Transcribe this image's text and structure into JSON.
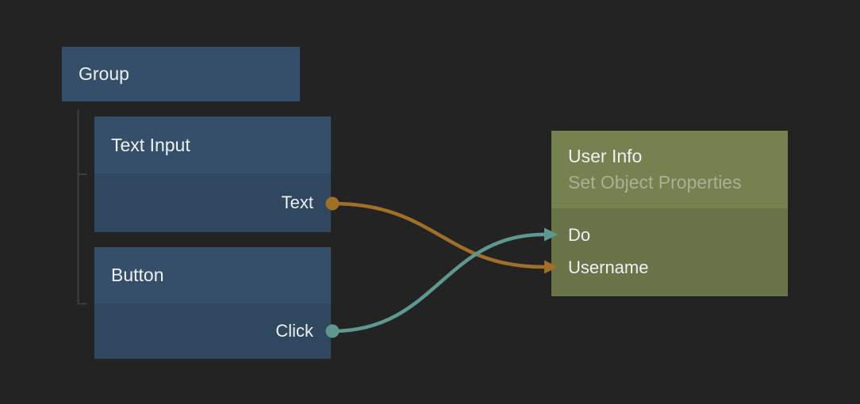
{
  "diagram": {
    "background_color": "#232323",
    "tree_line_color": "#3e3e3e",
    "nodes": {
      "group": {
        "title": "Group",
        "color": "#354f6a"
      },
      "text_input": {
        "title": "Text Input",
        "header_color": "#354f6a",
        "body_color": "#2f475f",
        "outputs": [
          {
            "label": "Text",
            "port_color": "#a06f28"
          }
        ]
      },
      "button": {
        "title": "Button",
        "header_color": "#354f6a",
        "body_color": "#2f475f",
        "outputs": [
          {
            "label": "Click",
            "port_color": "#5f9791"
          }
        ]
      },
      "user_info": {
        "title": "User Info",
        "subtitle": "Set Object Properties",
        "header_color": "#75814f",
        "body_color": "#697549",
        "inputs": [
          {
            "label": "Do"
          },
          {
            "label": "Username"
          }
        ]
      }
    },
    "connections": [
      {
        "from_node": "Text Input",
        "from_port": "Text",
        "to_node": "User Info",
        "to_port": "Username",
        "color": "#a06f28"
      },
      {
        "from_node": "Button",
        "from_port": "Click",
        "to_node": "User Info",
        "to_port": "Do",
        "color": "#5f9791"
      }
    ]
  }
}
